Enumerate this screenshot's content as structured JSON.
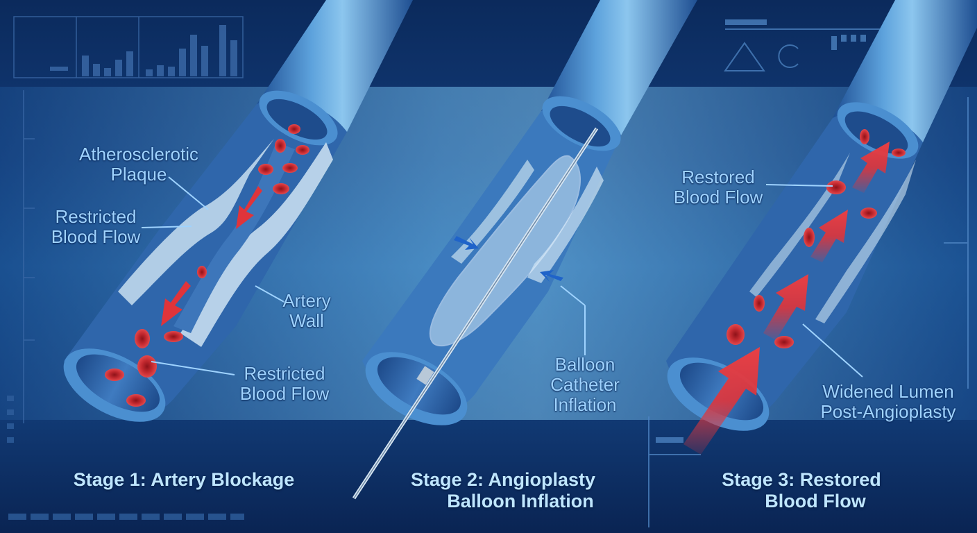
{
  "panels": [
    {
      "title_line1": "Stage 1: Artery Blockage",
      "title_line2": "",
      "labels": {
        "plaque": "Atherosclerotic Plaque",
        "plaque_line1": "Atherosclerotic",
        "plaque_line2": "Plaque",
        "restricted_upper_line1": "Restricted",
        "restricted_upper_line2": "Blood Flow",
        "artery_wall_line1": "Artery",
        "artery_wall_line2": "Wall",
        "restricted_lower_line1": "Restricted",
        "restricted_lower_line2": "Blood Flow"
      }
    },
    {
      "title_line1": "Stage 2: Angioplasty",
      "title_line2": "Balloon Inflation",
      "labels": {
        "balloon_line1": "Balloon",
        "balloon_line2": "Catheter",
        "balloon_line3": "Inflation"
      }
    },
    {
      "title_line1": "Stage 3: Restored",
      "title_line2": "Blood Flow",
      "labels": {
        "restored_line1": "Restored",
        "restored_line2": "Blood Flow",
        "widened_line1": "Widened Lumen",
        "widened_line2": "Post-Angioplasty"
      }
    }
  ],
  "colors": {
    "background": "#0b2a5c",
    "label_text": "#9fd3ff",
    "title_text": "#bfe6ff",
    "artery": "#3f7fc4",
    "blood_cell": "#c8262c",
    "flow_arrow": "#e0343a",
    "compression_arrow": "#1f63c9"
  }
}
